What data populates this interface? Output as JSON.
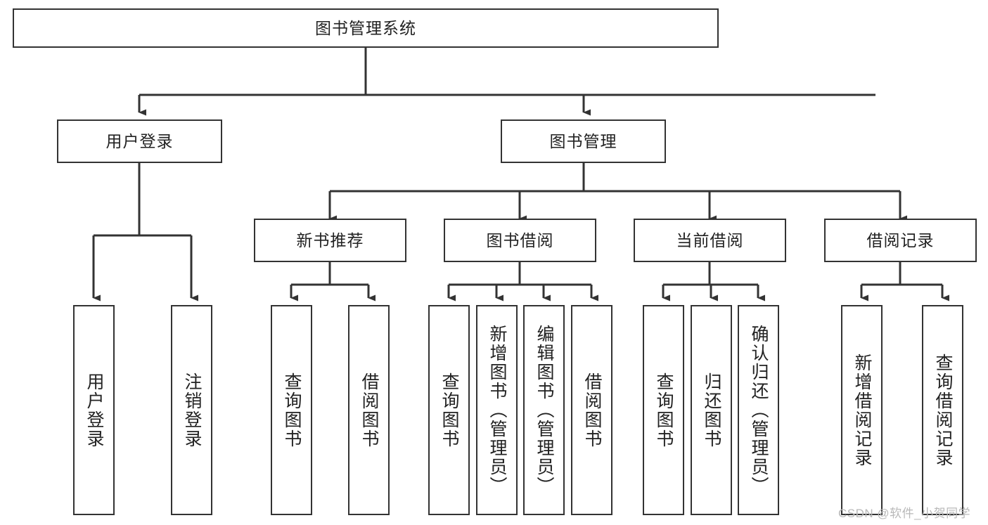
{
  "diagram": {
    "title": "图书管理系统",
    "type": "tree-hierarchy-chart",
    "root": {
      "label": "图书管理系统"
    },
    "level2": [
      {
        "label": "用户登录"
      },
      {
        "label": "图书管理"
      }
    ],
    "level3": [
      {
        "label": "新书推荐"
      },
      {
        "label": "图书借阅"
      },
      {
        "label": "当前借阅"
      },
      {
        "label": "借阅记录"
      }
    ],
    "leaves": {
      "user_login": [
        {
          "label": "用户登录"
        },
        {
          "label": "注销登录"
        }
      ],
      "new_book_recommend": [
        {
          "label": "查询图书"
        },
        {
          "label": "借阅图书"
        }
      ],
      "book_borrow": [
        {
          "label": "查询图书"
        },
        {
          "label": "新增图书（管理员）"
        },
        {
          "label": "编辑图书（管理员）"
        },
        {
          "label": "借阅图书"
        }
      ],
      "current_borrow": [
        {
          "label": "查询图书"
        },
        {
          "label": "归还图书"
        },
        {
          "label": "确认归还（管理员）"
        }
      ],
      "borrow_record": [
        {
          "label": "新增借阅记录"
        },
        {
          "label": "查询借阅记录"
        }
      ]
    }
  },
  "watermark": {
    "text": "CSDN @软件_小贺同学"
  },
  "colors": {
    "stroke": "#333333",
    "background": "#ffffff",
    "text": "#222222",
    "watermark": "#b9b9b9"
  }
}
